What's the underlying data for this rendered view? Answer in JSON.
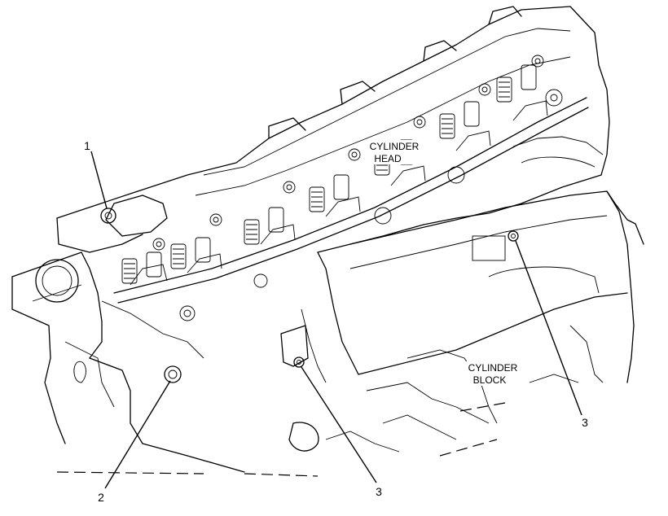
{
  "callouts": {
    "c1": "1",
    "c2": "2",
    "c3a": "3",
    "c3b": "3"
  },
  "labels": {
    "head_line1": "CYLINDER",
    "head_line2": "HEAD",
    "block_line1": "CYLINDER",
    "block_line2": "BLOCK"
  }
}
